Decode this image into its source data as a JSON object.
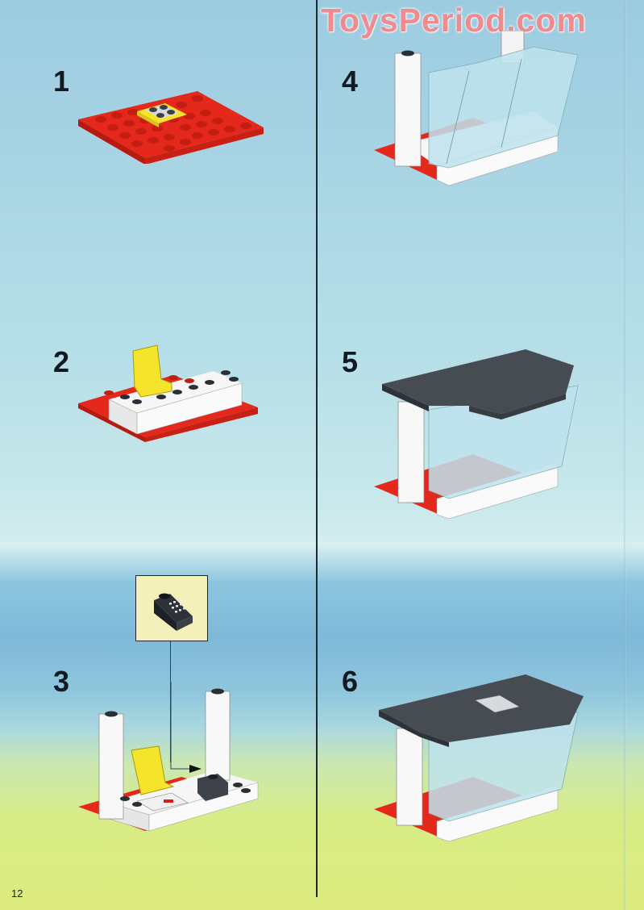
{
  "watermark": "ToysPeriod.com",
  "page_number": "12",
  "steps": [
    {
      "number": "1",
      "description": "Red 6x8 plate with yellow 2x2 plate topped by light grey 2x2 plate"
    },
    {
      "number": "2",
      "description": "Add white bricks around plate and yellow seat"
    },
    {
      "number": "3",
      "description": "Add two white 1x1 columns, computer tile and black telephone slope"
    },
    {
      "number": "4",
      "description": "Add transparent light blue windscreen panels"
    },
    {
      "number": "5",
      "description": "Add dark grey roof plates"
    },
    {
      "number": "6",
      "description": "Add dark grey wedge roof plate with light grey tile"
    }
  ],
  "callout": {
    "step": "3",
    "part": "Black 1x2 slope brick with telephone keypad print"
  },
  "colors": {
    "lego_red": "#e4281c",
    "lego_white": "#f6f6f6",
    "lego_yellow": "#f5e52a",
    "lego_dark_grey": "#474c52",
    "lego_trans_blue": "#bfe3ee",
    "watermark": "#ef8a8e",
    "callout_bg": "#f4f0bc"
  }
}
